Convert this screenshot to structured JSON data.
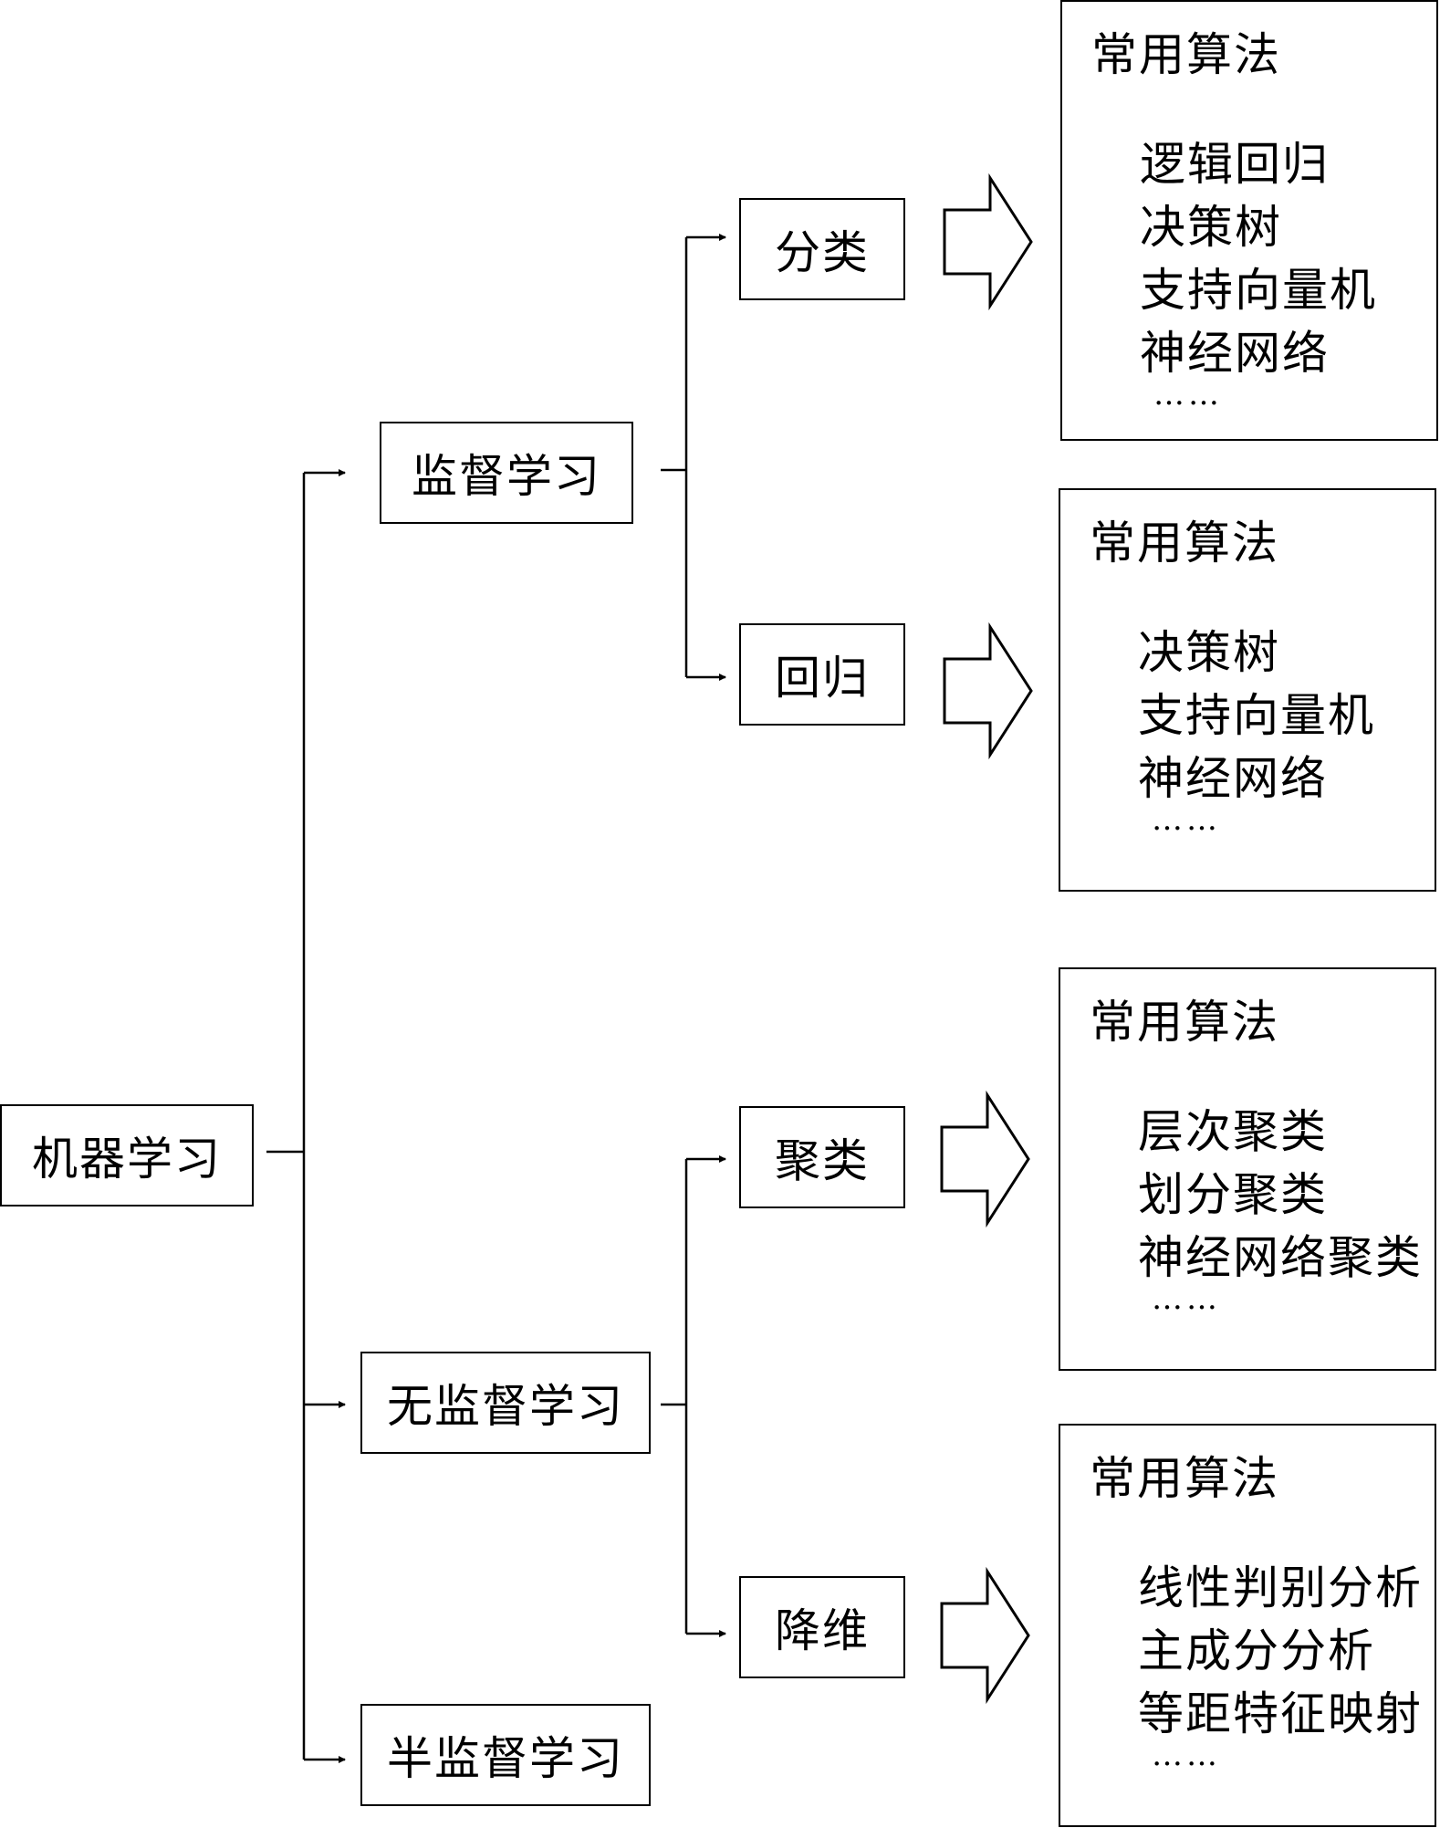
{
  "root": "机器学习",
  "types": {
    "supervised": "监督学习",
    "unsupervised": "无监督学习",
    "semi": "半监督学习"
  },
  "tasks": {
    "classification": "分类",
    "regression": "回归",
    "clustering": "聚类",
    "reduction": "降维"
  },
  "panels": [
    {
      "header": "常用算法",
      "items": [
        "逻辑回归",
        "决策树",
        "支持向量机",
        "神经网络"
      ],
      "ellipsis": "……"
    },
    {
      "header": "常用算法",
      "items": [
        "决策树",
        "支持向量机",
        "神经网络"
      ],
      "ellipsis": "……"
    },
    {
      "header": "常用算法",
      "items": [
        "层次聚类",
        "划分聚类",
        "神经网络聚类"
      ],
      "ellipsis": "……"
    },
    {
      "header": "常用算法",
      "items": [
        "线性判别分析",
        "主成分分析",
        "等距特征映射"
      ],
      "ellipsis": "……"
    }
  ]
}
